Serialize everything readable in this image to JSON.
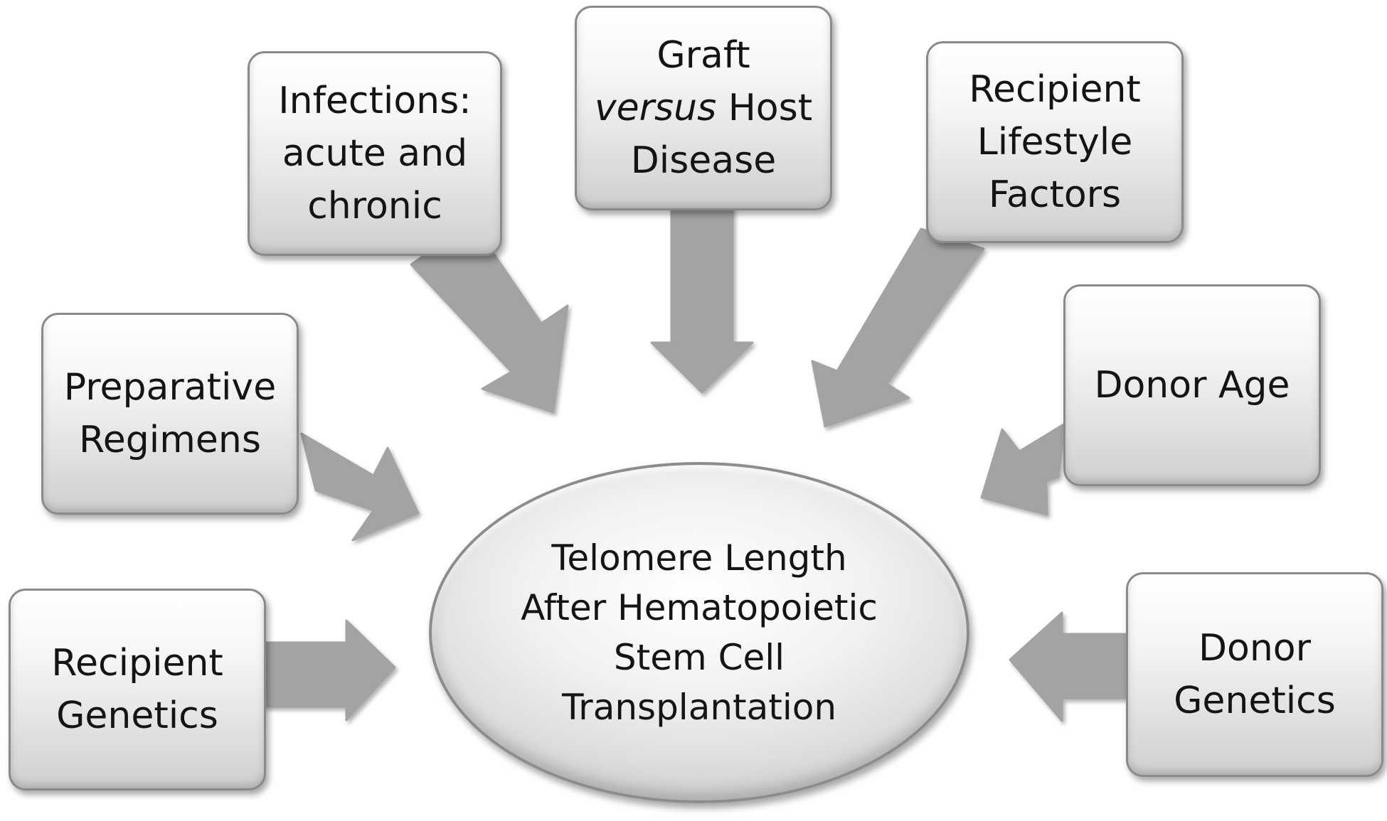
{
  "diagram": {
    "center": {
      "lines": [
        "Telomere Length",
        "After Hematopoietic",
        "Stem Cell",
        "Transplantation"
      ]
    },
    "factors": {
      "infections": {
        "lines": [
          "Infections:",
          "acute and",
          "chronic"
        ]
      },
      "gvhd": {
        "line1": "Graft",
        "line2_italic": "versus",
        "line2_rest": " Host",
        "line3": "Disease"
      },
      "recipient_lifestyle": {
        "lines": [
          "Recipient",
          "Lifestyle",
          "Factors"
        ]
      },
      "preparative_regimens": {
        "lines": [
          "Preparative",
          "Regimens"
        ]
      },
      "donor_age": {
        "lines": [
          "Donor Age"
        ]
      },
      "recipient_genetics": {
        "lines": [
          "Recipient",
          "Genetics"
        ]
      },
      "donor_genetics": {
        "lines": [
          "Donor",
          "Genetics"
        ]
      }
    },
    "colors": {
      "arrow_fill": "#a3a3a3",
      "box_border": "#8a8a8a",
      "text": "#141414"
    }
  }
}
